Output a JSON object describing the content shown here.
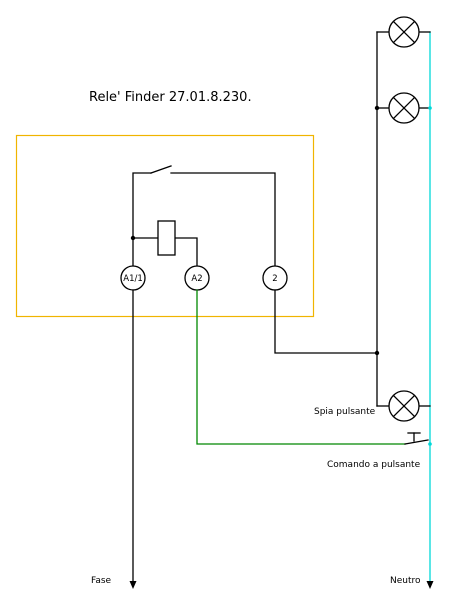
{
  "title": "Rele'  Finder 27.01.8.230.",
  "terminals": {
    "a1": "A1/1",
    "a2": "A2",
    "t2": "2"
  },
  "labels": {
    "spia": "Spia pulsante",
    "comando": "Comando a pulsante",
    "fase": "Fase",
    "neutro": "Neutro"
  },
  "colors": {
    "wire": "#000000",
    "neutral_wire": "#00d8d8",
    "control_wire": "#008800",
    "relay_box": "#f0b400"
  },
  "lamps": [
    "lamp-top-1",
    "lamp-top-2",
    "lamp-spia"
  ]
}
